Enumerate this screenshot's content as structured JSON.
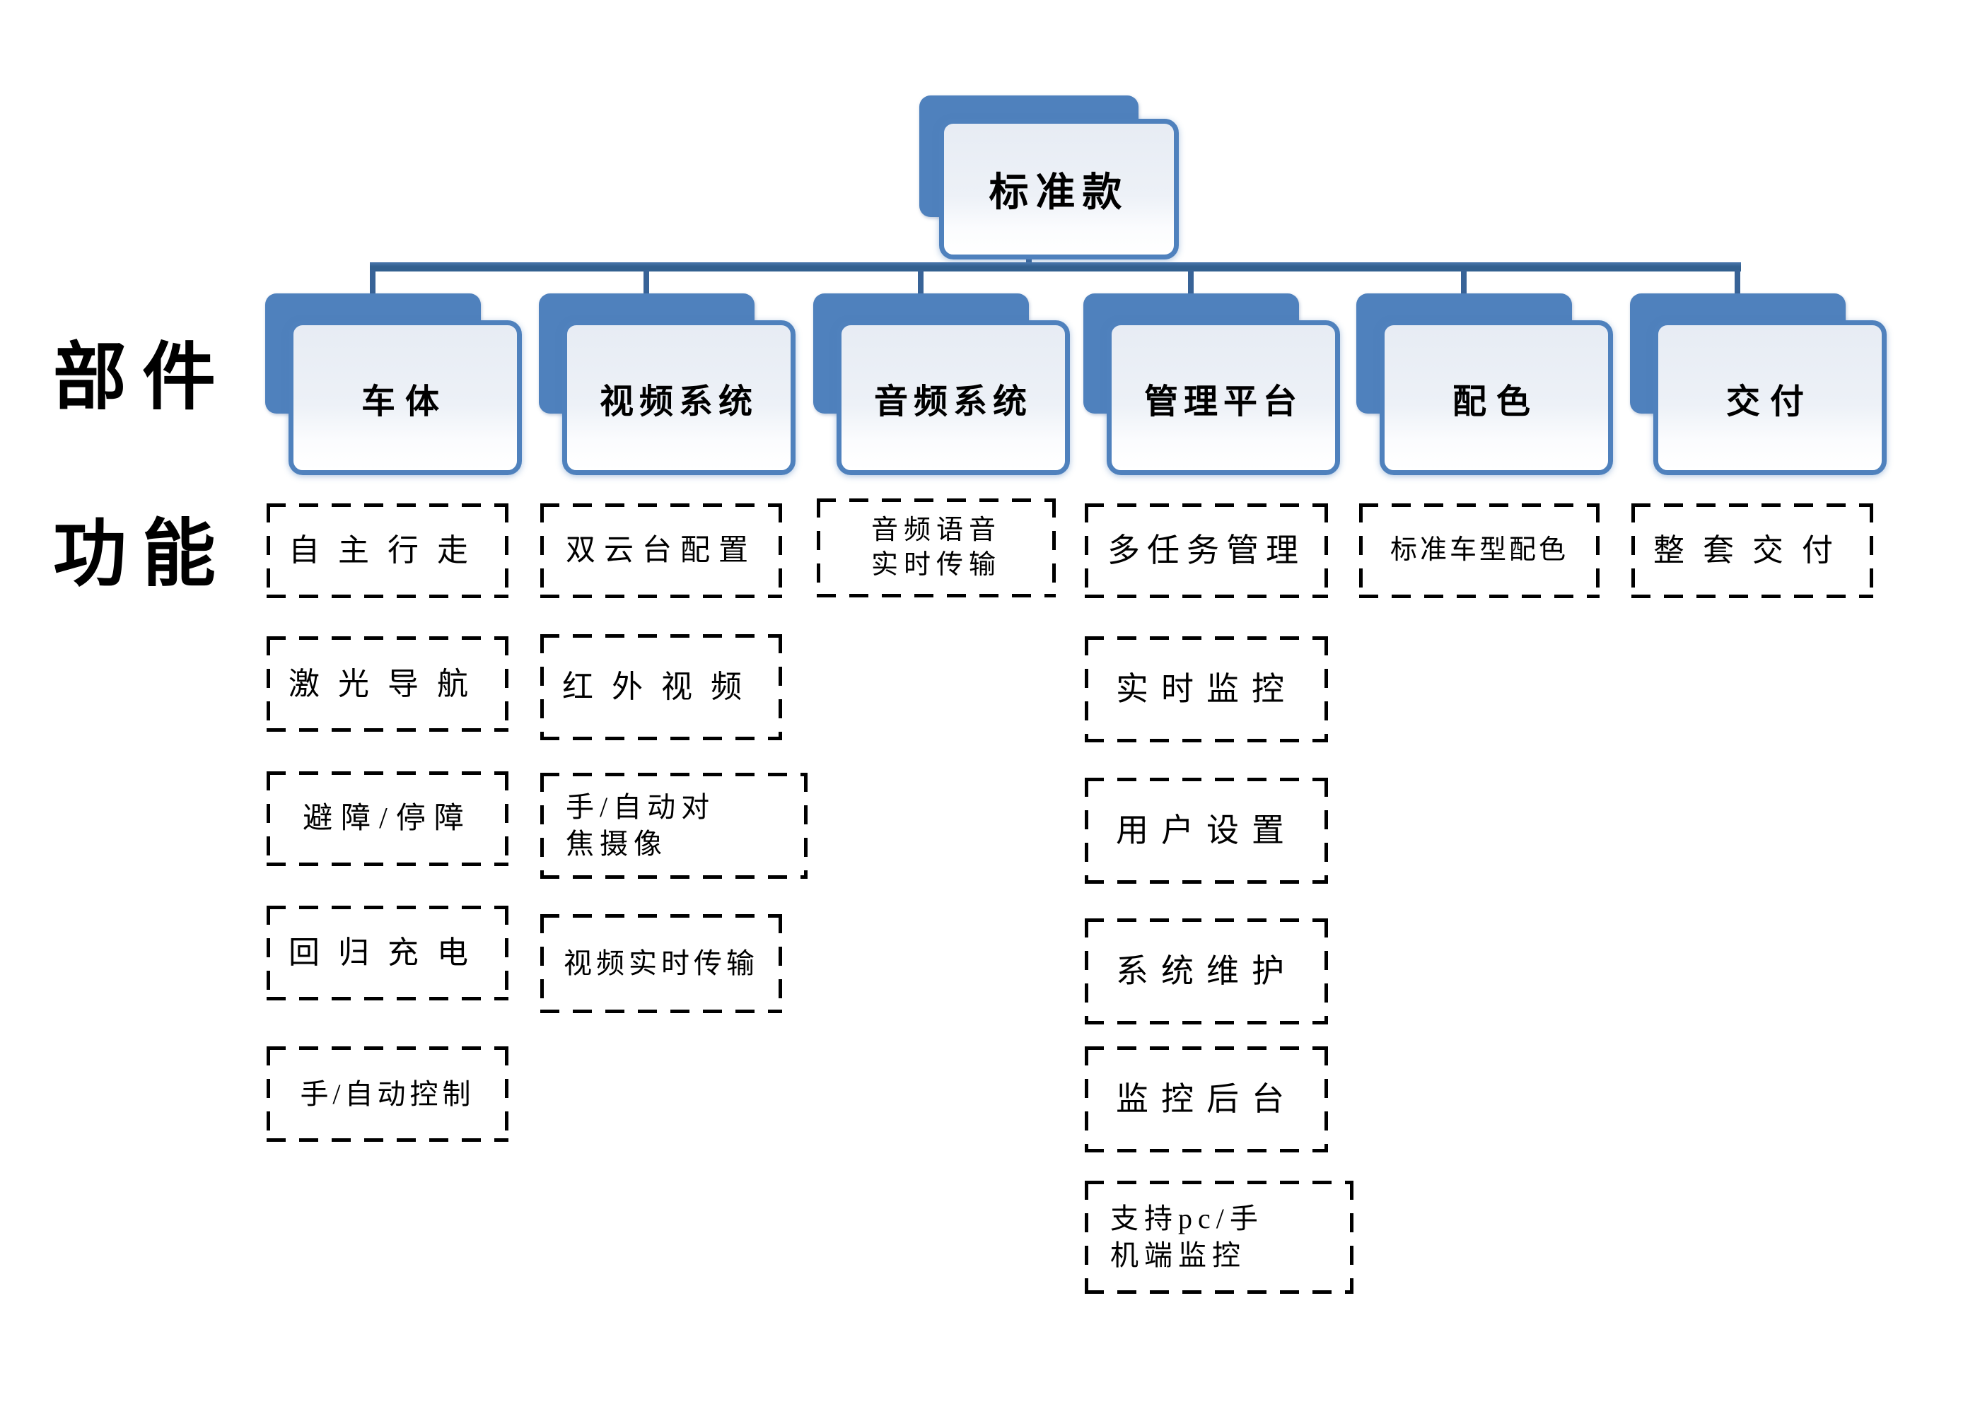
{
  "root": {
    "label": "标准款"
  },
  "side_labels": {
    "components": "部件",
    "functions": "功能"
  },
  "columns": [
    {
      "component": "车体",
      "functions": [
        "自主行走",
        "激光导航",
        "避障/停障",
        "回归充电",
        "手/自动控制"
      ]
    },
    {
      "component": "视频系统",
      "functions": [
        "双云台配置",
        "红外视频",
        "手/自动对\n焦摄像",
        "视频实时传输"
      ]
    },
    {
      "component": "音频系统",
      "functions": [
        "音频语音\n实时传输"
      ]
    },
    {
      "component": "管理平台",
      "functions": [
        "多任务管理",
        "实时监控",
        "用户设置",
        "系统维护",
        "监控后台",
        "支持pc/手\n机端监控"
      ]
    },
    {
      "component": "配色",
      "functions": [
        "标准车型配色"
      ]
    },
    {
      "component": "交付",
      "functions": [
        "整套交付"
      ]
    }
  ],
  "colors": {
    "shape_blue": "#4f81bd",
    "connector_blue": "#386397",
    "box_fill_light": "#e7ecf4",
    "dashed_border": "#000000"
  }
}
